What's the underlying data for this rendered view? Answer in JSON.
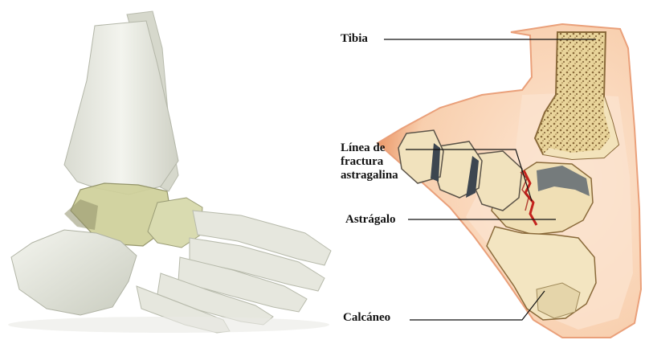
{
  "labels": {
    "tibia": "Tibia",
    "fracture_line": "Línea de\nfractura\nastragalina",
    "talus": "Astrágalo",
    "calcaneus": "Calcáneo"
  },
  "colors": {
    "bone_light": "#e7e8df",
    "bone_shadow": "#b9bcae",
    "talus_highlight": "#cfd09a",
    "skin": "#f6c9a6",
    "skin_edge": "#e89a6d",
    "bone_beige": "#f0dfb5",
    "fracture": "#c4231e",
    "leader": "#111111"
  }
}
